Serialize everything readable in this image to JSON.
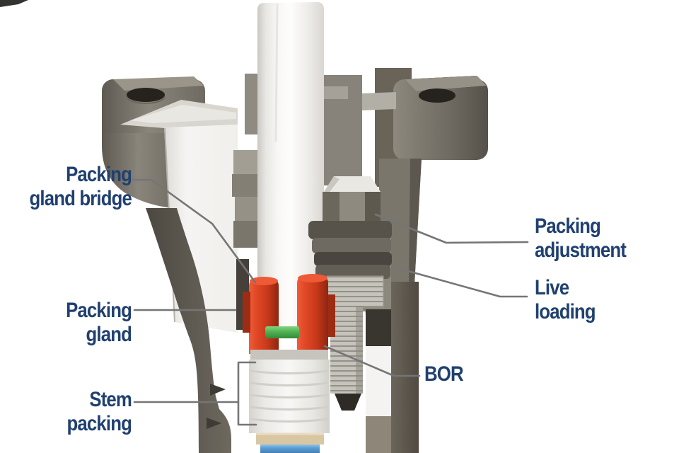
{
  "figure": {
    "kind": "valve-stem-packing-cutaway-diagram",
    "background": "#ffffff",
    "callouts": {
      "packing_gland_bridge": {
        "line1": "Packing",
        "line2": "gland bridge"
      },
      "packing_gland": {
        "line1": "Packing",
        "line2": "gland"
      },
      "stem_packing": {
        "line1": "Stem",
        "line2": "packing"
      },
      "packing_adjustment": {
        "line1": "Packing",
        "line2": "adjustment"
      },
      "live_loading": {
        "line1": "Live",
        "line2": "loading"
      },
      "bor": {
        "line1": "BOR"
      }
    },
    "colors": {
      "label_text": "#204070",
      "leader_line": "#757575",
      "gland_red": "#d64527",
      "bor_ring_green": "#4cae4f",
      "packing_ring_blue": "#5b9fd6",
      "body_metal": "#7a756a",
      "stem_white": "#f5f4f2",
      "stem_packing_tan": "#d8c7a2"
    }
  }
}
